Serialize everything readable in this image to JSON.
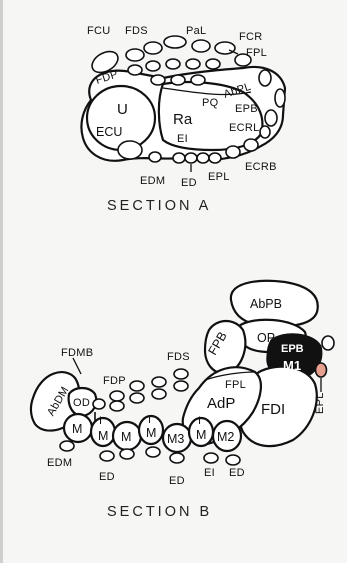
{
  "section_a": {
    "title": "SECTION A",
    "labels": {
      "fcu": "FCU",
      "fds": "FDS",
      "pal": "PaL",
      "fcr": "FCR",
      "fpl": "FPL",
      "fdp": "FDP",
      "u": "U",
      "ecu": "ECU",
      "ra": "Ra",
      "pq": "PQ",
      "abpl": "AbPL",
      "epb": "EPB",
      "ei": "EI",
      "ecrl": "ECRL",
      "edm": "EDM",
      "ed": "ED",
      "epl": "EPL",
      "ecrb": "ECRB"
    }
  },
  "section_b": {
    "title": "SECTION B",
    "labels": {
      "abpb": "AbPB",
      "op_top": "OP",
      "fpb": "FPB",
      "epb": "EPB",
      "m1": "M1",
      "fdmb": "FDMB",
      "fds": "FDS",
      "fdp": "FDP",
      "abdm": "AbDM",
      "od": "OD",
      "fpl": "FPL",
      "adp": "AdP",
      "fdi": "FDI",
      "epl": "EPL",
      "m": "M",
      "i": "I",
      "m3": "M3",
      "m2": "M2",
      "edm": "EDM",
      "ed": "ED",
      "ei": "EI"
    }
  },
  "colors": {
    "epl_highlight": "#e7a090"
  }
}
